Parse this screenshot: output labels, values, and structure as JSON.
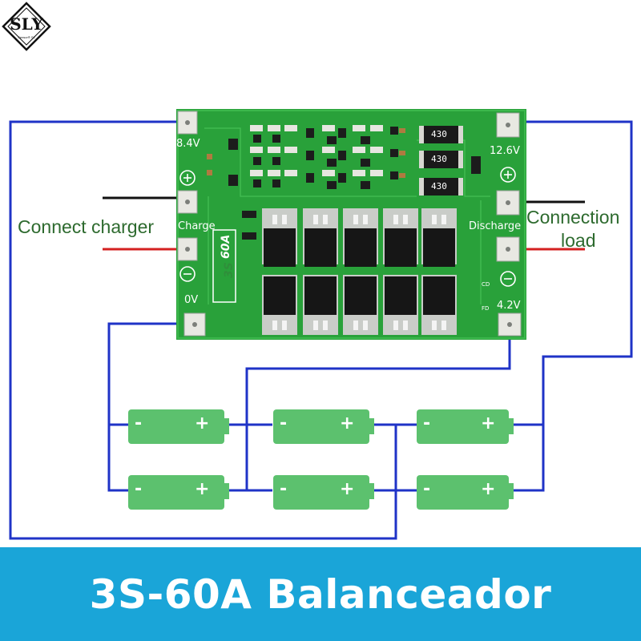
{
  "logo": {
    "letters": "SLY",
    "subtitle": "Sensor® SL"
  },
  "board": {
    "terminal_labels": {
      "v84": "8.4V",
      "v126": "12.6V",
      "charge": "Charge",
      "discharge": "Discharge",
      "v0": "0V",
      "v42": "4.2V"
    },
    "resistor_label": "430",
    "model_label_1": "3S",
    "model_label_2": "60A",
    "marks": {
      "cd": "CD",
      "fd": "FD"
    }
  },
  "labels": {
    "connect_charger": "Connect charger",
    "connection_load_line1": "Connection",
    "connection_load_line2": "load"
  },
  "cells": {
    "minus": "-",
    "plus": "+"
  },
  "banner": {
    "title": "3S-60A Balanceador"
  },
  "colors": {
    "pcb_green": "#29a13a",
    "cell_green": "#5cc16e",
    "wire_blue": "#1f33c7",
    "wire_red": "#d42020",
    "wire_black": "#111111",
    "banner_blue": "#1aa5d8",
    "label_green": "#2d6a2e"
  }
}
